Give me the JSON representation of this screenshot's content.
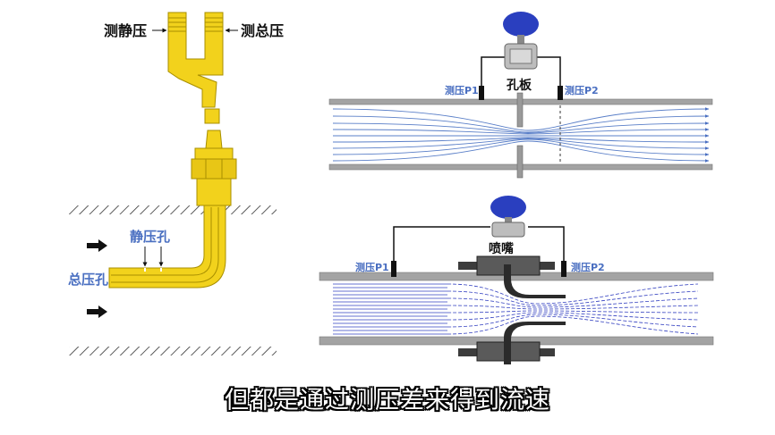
{
  "pitot": {
    "static_tap_label": "测静压",
    "total_tap_label": "测总压",
    "static_holes_label": "静压孔",
    "total_hole_label": "总压孔"
  },
  "orifice": {
    "title": "孔板",
    "p1_label": "测压P1",
    "p2_label": "测压P2"
  },
  "nozzle": {
    "title": "喷嘴",
    "p1_label": "测压P1",
    "p2_label": "测压P2"
  },
  "subtitle": "但都是通过测压差来得到流速",
  "colors": {
    "probe_yellow": "#f2d21c",
    "label_blue": "#4a6fc1",
    "flow_line": "#5a7fc8",
    "nozzle_flow": "#3340c0",
    "pipe_gray": "#9a9a9a",
    "gauge_blue": "#2a3fbf"
  }
}
